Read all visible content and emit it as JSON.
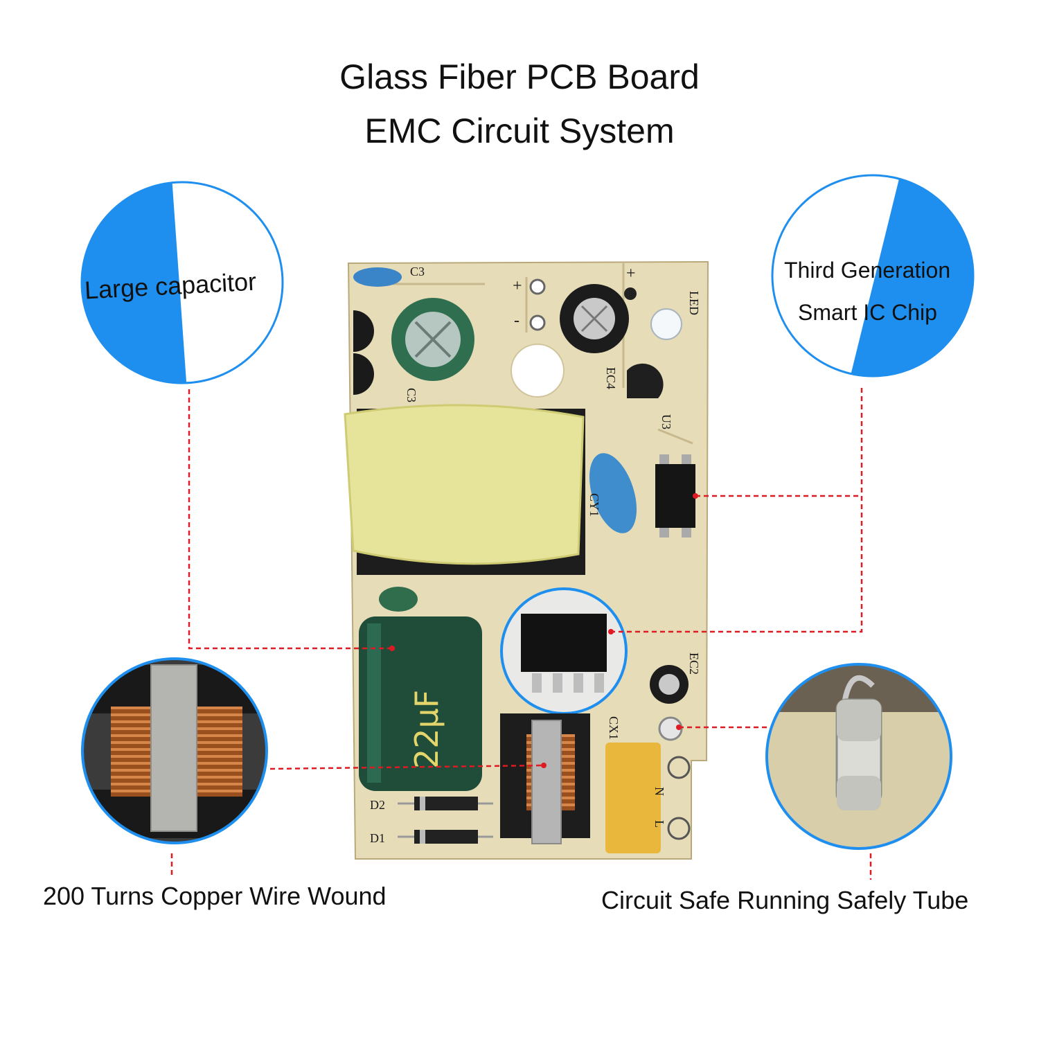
{
  "header": {
    "title_line1": "Glass Fiber PCB Board",
    "title_line2": "EMC Circuit System"
  },
  "callouts": {
    "large_capacitor": "Large capacitor",
    "ic_chip_line1": "Third Generation",
    "ic_chip_line2": "Smart  IC Chip",
    "copper_wire": "200 Turns Copper Wire Wound",
    "safety_tube": "Circuit Safe Running Safely Tube"
  },
  "board_labels": {
    "c3_top": "C3",
    "c3_side": "C3",
    "ec4": "EC4",
    "led": "LED",
    "u3": "U3",
    "cy1": "CY1",
    "ec2": "EC2",
    "cx1": "CX1",
    "d2": "D2",
    "d1": "D1",
    "capacitor_value": "22μF",
    "l_pin": "L",
    "n_pin": "N",
    "plus": "+",
    "minus": "-"
  },
  "colors": {
    "accent_blue": "#1e8fef",
    "pcb": "#e7dcb8",
    "leader_line": "#e01a22",
    "transformer_tape": "#e6e39a",
    "capacitor_green": "#1f4d3a"
  }
}
